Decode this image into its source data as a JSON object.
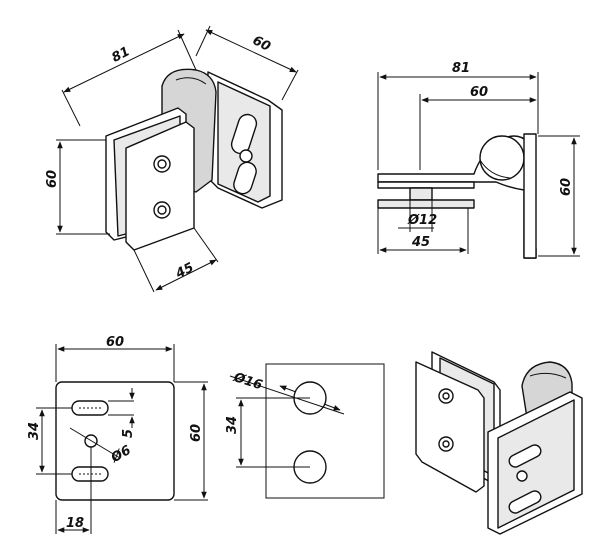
{
  "views": {
    "iso_top": {
      "dims": [
        "81",
        "60",
        "60",
        "45"
      ]
    },
    "side": {
      "dims": [
        "81",
        "60",
        "60",
        "Ø12",
        "45"
      ]
    },
    "front": {
      "dims": [
        "60",
        "34",
        "5",
        "Ø6",
        "60",
        "18"
      ]
    },
    "glass": {
      "dims": [
        "Ø16",
        "34"
      ],
      "fill_color": "#33e0e8"
    },
    "iso_bottom": {}
  },
  "colors": {
    "line": "#111111",
    "glass": "#33e0e8",
    "background": "#ffffff"
  }
}
